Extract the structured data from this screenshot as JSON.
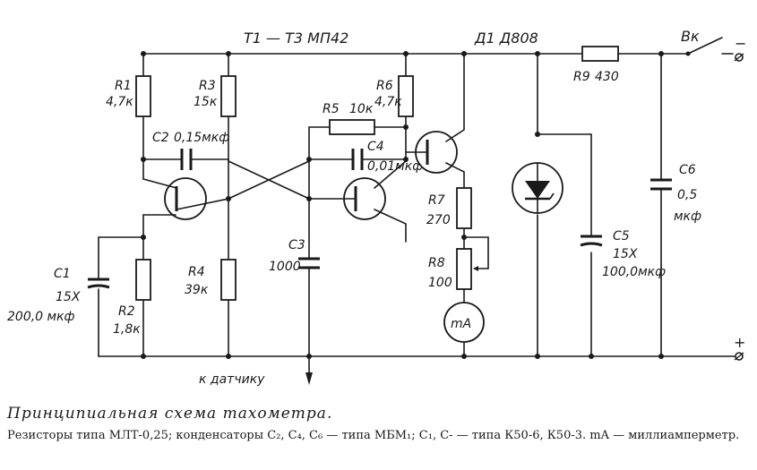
{
  "diagram": {
    "labels": {
      "transistors": "T1 — T3 МП42",
      "diode": "Д1 Д808",
      "switch": "Вк",
      "minus_terminal": "−",
      "plus_terminal": "+",
      "sensor": "к датчику",
      "r1_name": "R1",
      "r1_val": "4,7к",
      "r2_name": "R2",
      "r2_val": "1,8к",
      "r3_name": "R3",
      "r3_val": "15к",
      "r4_name": "R4",
      "r4_val": "39к",
      "r5_name": "R5",
      "r5_val": "10к",
      "r6_name": "R6",
      "r6_val": "4,7к",
      "r7_name": "R7",
      "r7_val": "270",
      "r8_name": "R8",
      "r8_val": "100",
      "r9_name": "R9",
      "r9_val": "430",
      "c1_name": "C1",
      "c1_val1": "15X",
      "c1_val2": "200,0 мкф",
      "c2_name": "C2",
      "c2_val": "0,15мкф",
      "c3_name": "C3",
      "c3_val": "1000",
      "c4_name": "C4",
      "c4_val": "0,01мкф",
      "c5_name": "C5",
      "c5_val1": "15X",
      "c5_val2": "100,0мкф",
      "c6_name": "C6",
      "c6_val1": "0,5",
      "c6_val2": "мкф",
      "meter": "mA"
    }
  },
  "caption": {
    "title": "Принципиальная схема тахометра.",
    "note": "Резисторы типа МЛТ-0,25; конденсаторы C₂, C₄, C₆ — типа МБМ₁; C₁, C- — типа К50-6, К50-3. mA — миллиамперметр."
  }
}
